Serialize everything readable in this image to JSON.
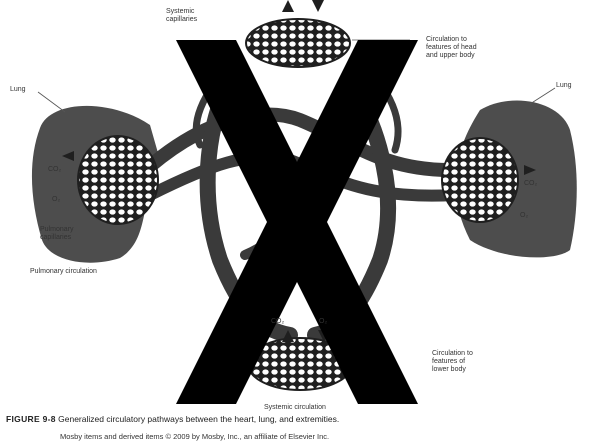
{
  "labels": {
    "systemic_capillaries_line1": "Systemic",
    "systemic_capillaries_line2": "capillaries",
    "head_line1": "Circulation to",
    "head_line2": "features of head",
    "head_line3": "and upper body",
    "lung_left": "Lung",
    "lung_right": "Lung",
    "co2_left": "CO₂",
    "o2_left": "O₂",
    "co2_right": "CO₂",
    "o2_right": "O₂",
    "pulmonary_capillaries_line1": "Pulmonary",
    "pulmonary_capillaries_line2": "capillaries",
    "pulmonary_circulation": "Pulmonary circulation",
    "co2_bottom": "CO₂",
    "o2_bottom": "O₂",
    "lower_line1": "Circulation to",
    "lower_line2": "features of",
    "lower_line3": "lower body",
    "systemic_circulation": "Systemic circulation"
  },
  "caption": {
    "figure_number": "FIGURE 9-8",
    "text": "Generalized circulatory pathways between the heart, lung, and extremities."
  },
  "credit": "Mosby items and derived items © 2009 by Mosby, Inc., an affiliate of Elsevier Inc.",
  "colors": {
    "lung": "#4d4d4d",
    "vessel": "#3a3a3a",
    "capillary_bed": "#1f1f1f",
    "cross_mark": "#000000"
  },
  "icons": [
    "cross-mark-icon"
  ]
}
